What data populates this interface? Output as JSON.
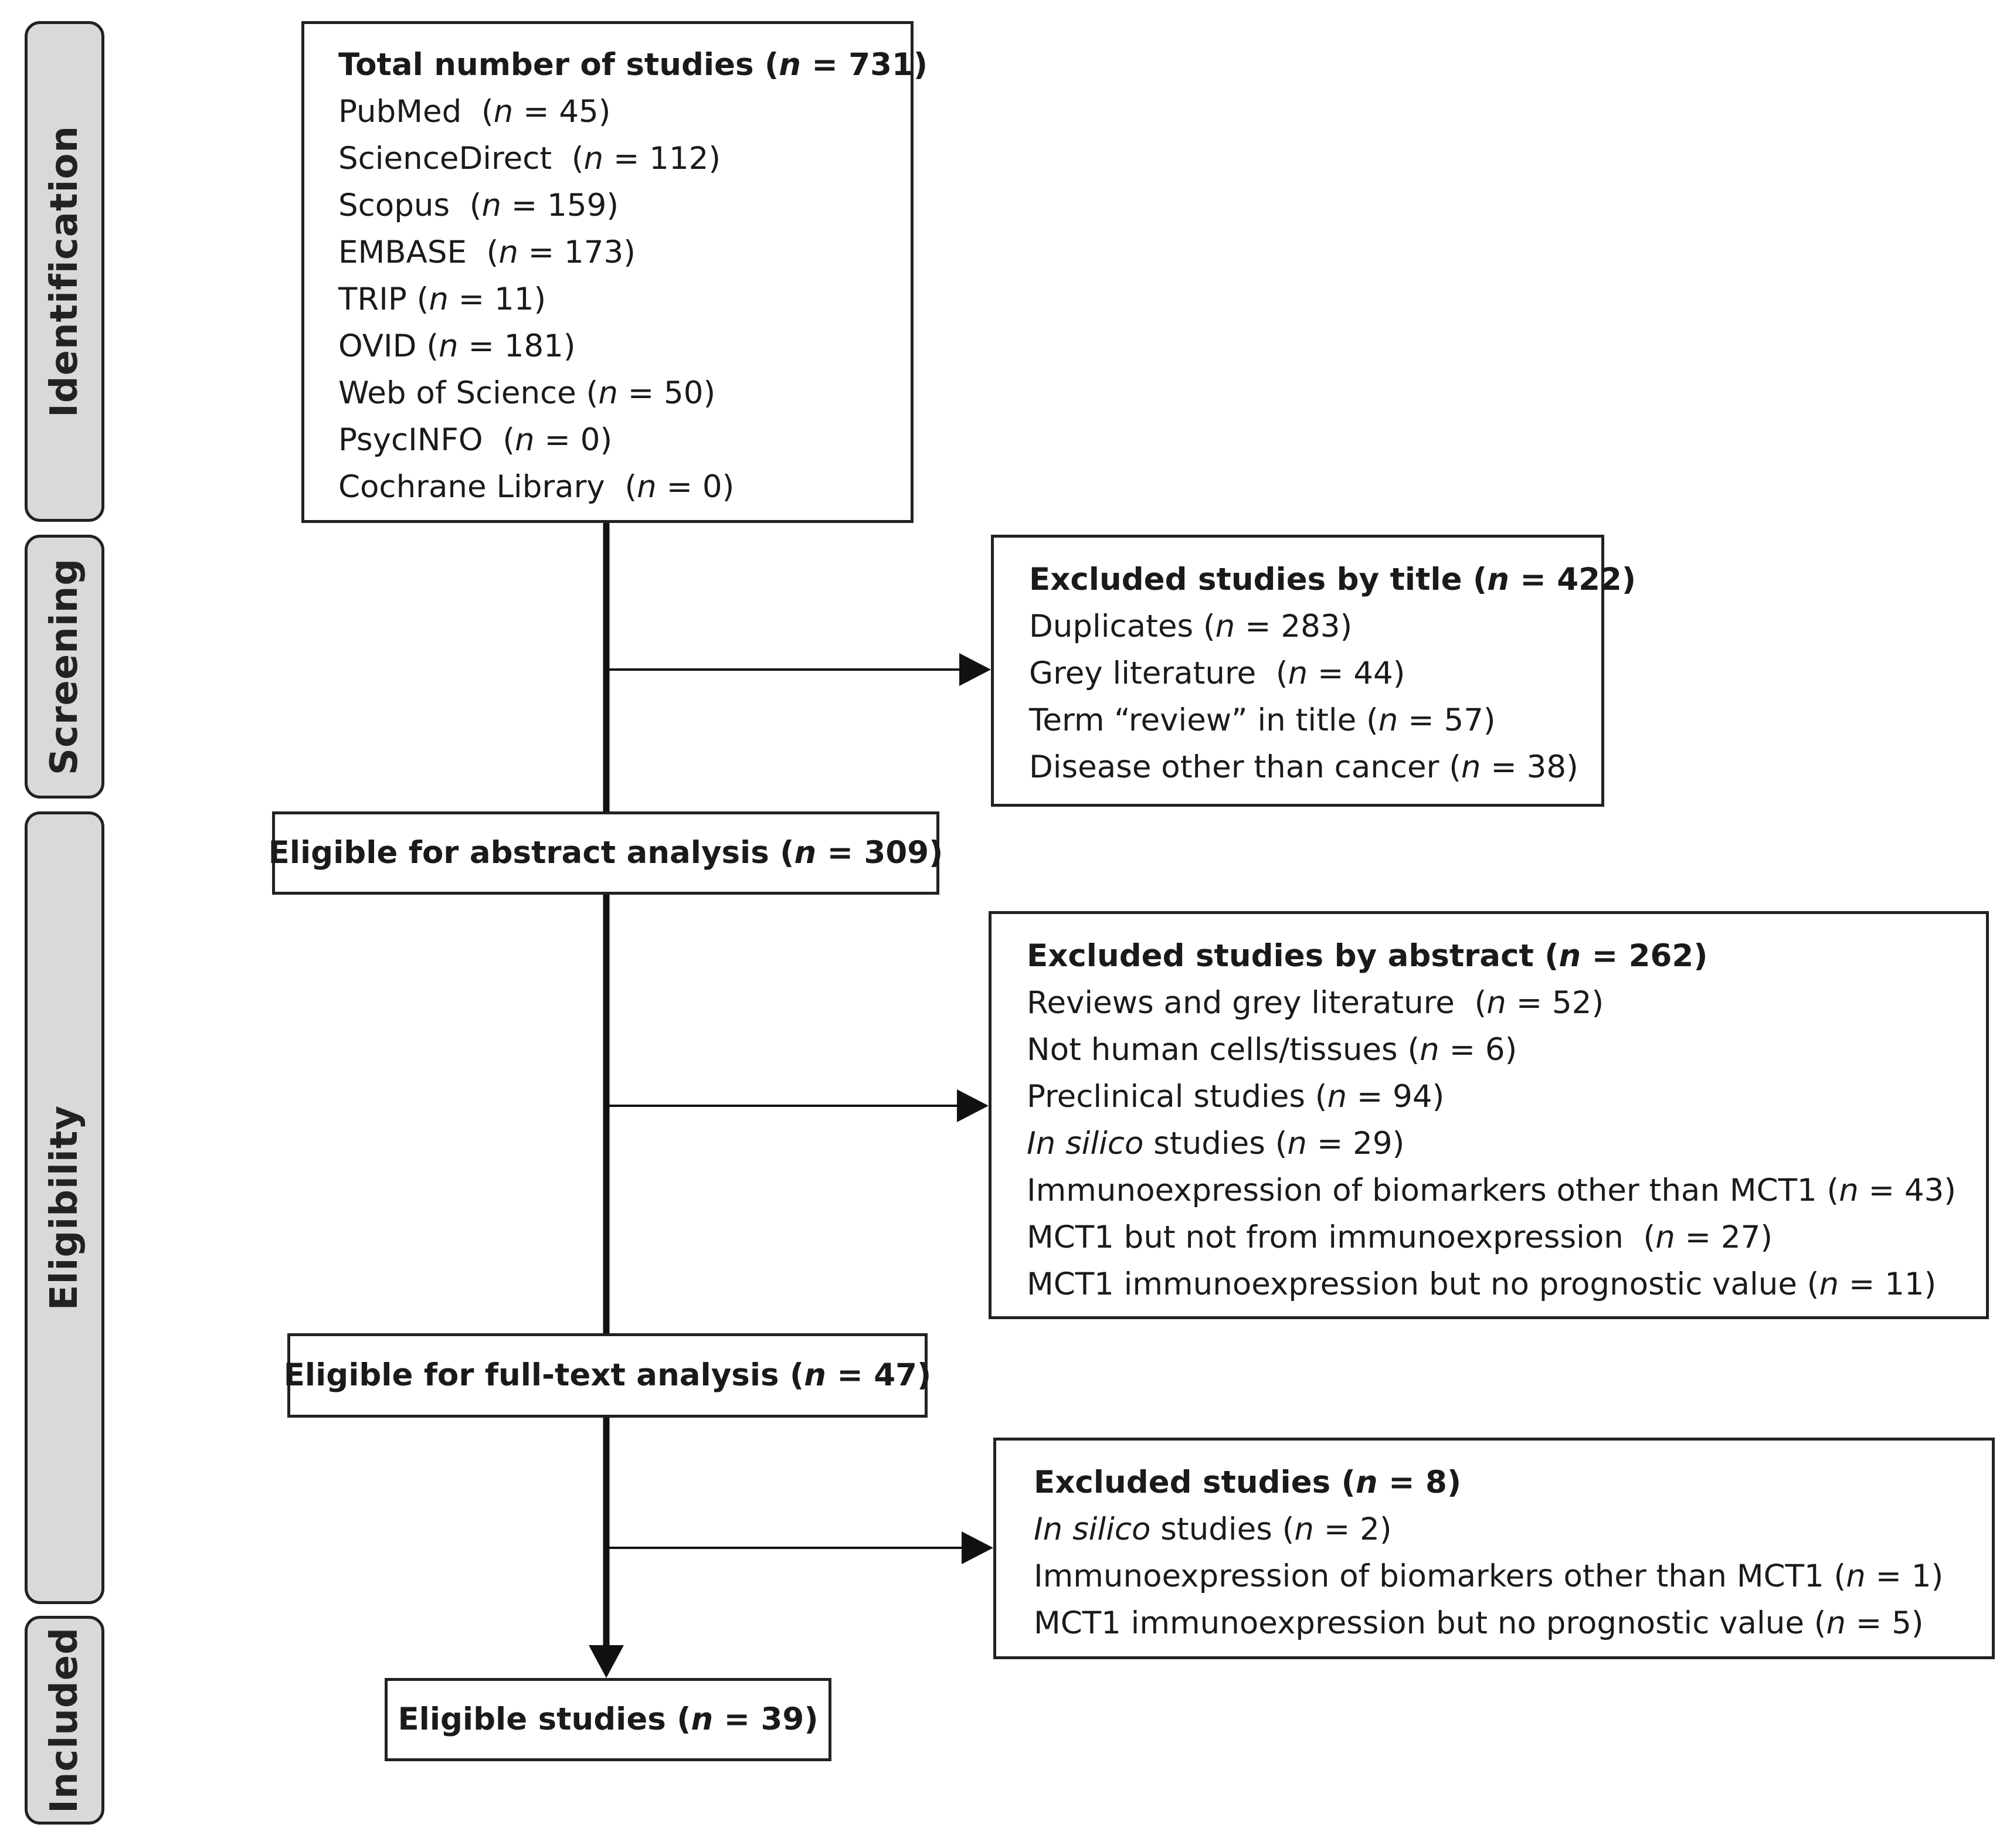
{
  "stages": {
    "identification": "Identification",
    "screening": "Screening",
    "eligibility": "Eligibility",
    "included": "Included"
  },
  "total": {
    "title": "Total number of studies",
    "title_n": "731",
    "sources": [
      {
        "name": "PubMed",
        "n": "45"
      },
      {
        "name": "ScienceDirect",
        "n": "112"
      },
      {
        "name": "Scopus",
        "n": "159"
      },
      {
        "name": "EMBASE",
        "n": "173"
      },
      {
        "name": "TRIP",
        "n": "11"
      },
      {
        "name": "OVID",
        "n": "181"
      },
      {
        "name": "Web of Science",
        "n": "50"
      },
      {
        "name": "PsycINFO",
        "n": "0"
      },
      {
        "name": "Cochrane Library",
        "n": "0"
      }
    ]
  },
  "excluded_title": {
    "title": "Excluded studies by title",
    "title_n": "422",
    "items": [
      {
        "name": "Duplicates",
        "n": "283"
      },
      {
        "name": "Grey literature",
        "n": "44"
      },
      {
        "name": "Term “review” in title",
        "n": "57"
      },
      {
        "name": "Disease other than cancer",
        "n": "38"
      }
    ]
  },
  "abstract": {
    "title": "Eligible for abstract analysis",
    "title_n": "309"
  },
  "excluded_abstract": {
    "title": "Excluded studies by abstract",
    "title_n": "262",
    "items": [
      {
        "name": "Reviews and grey literature",
        "n": "52"
      },
      {
        "name": "Not human cells/tissues",
        "n": "6"
      },
      {
        "name": "Preclinical studies",
        "n": "94"
      },
      {
        "name_italic": "In silico",
        "name": "studies",
        "n": "29"
      },
      {
        "name": "Immunoexpression of biomarkers other than MCT1",
        "n": "43"
      },
      {
        "name": "MCT1 but not from immunoexpression",
        "n": "27"
      },
      {
        "name": "MCT1 immunoexpression but no prognostic value",
        "n": "11"
      }
    ]
  },
  "fulltext": {
    "title": "Eligible for full-text analysis",
    "title_n": "47"
  },
  "excluded_fulltext": {
    "title": "Excluded studies",
    "title_n": "8",
    "items": [
      {
        "name_italic": "In silico",
        "name": "studies",
        "n": "2"
      },
      {
        "name": "Immunoexpression of biomarkers other than MCT1",
        "n": "1"
      },
      {
        "name": "MCT1 immunoexpression but no prognostic value",
        "n": "5"
      }
    ]
  },
  "final": {
    "title": "Eligible studies",
    "title_n": "39"
  }
}
